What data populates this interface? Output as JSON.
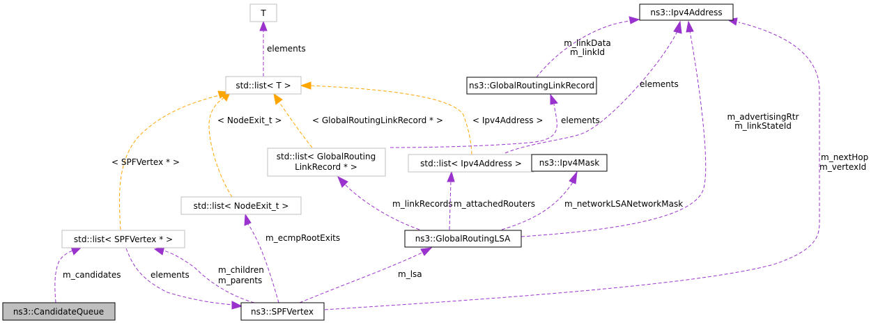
{
  "diagram": {
    "title": "Collaboration diagram for ns3::CandidateQueue",
    "colors": {
      "member_edge": "#9a32cd",
      "template_edge": "#ffa500",
      "focus_fill": "#bfbfbf",
      "class_border": "#000000",
      "template_border": "#bfbfbf"
    },
    "nodes": {
      "T": "T",
      "list_T": "std::list< T >",
      "ipv4address": "ns3::Ipv4Address",
      "grlinkrecord": "ns3::GlobalRoutingLinkRecord",
      "list_grlr_line1": "std::list< GlobalRouting",
      "list_grlr_line2": "LinkRecord * >",
      "list_ipv4": "std::list< Ipv4Address >",
      "ipv4mask": "ns3::Ipv4Mask",
      "list_nodeexit": "std::list< NodeExit_t >",
      "list_spfvertex": "std::list< SPFVertex * >",
      "grlsa": "ns3::GlobalRoutingLSA",
      "candidatequeue": "ns3::CandidateQueue",
      "spfvertex": "ns3::SPFVertex"
    },
    "edge_labels": {
      "t_elements": "elements",
      "linkdata": "m_linkData",
      "linkid": "m_linkId",
      "ipv4_elements": "elements",
      "advertisingrtr": "m_advertisingRtr",
      "linkstateid": "m_linkStateId",
      "nexthop": "m_nextHop",
      "vertexid": "m_vertexId",
      "tmpl_nodeexit": "< NodeExit_t >",
      "tmpl_grlr": "< GlobalRoutingLinkRecord * >",
      "tmpl_ipv4": "< Ipv4Address >",
      "grlr_elements": "elements",
      "tmpl_spfvertex": "< SPFVertex * >",
      "linkrecords": "m_linkRecords",
      "attachedrouters": "m_attachedRouters",
      "networklsamask": "m_networkLSANetworkMask",
      "ecmprootexits": "m_ecmpRootExits",
      "candidates": "m_candidates",
      "spf_elements": "elements",
      "children": "m_children",
      "parents": "m_parents",
      "lsa": "m_lsa"
    }
  }
}
